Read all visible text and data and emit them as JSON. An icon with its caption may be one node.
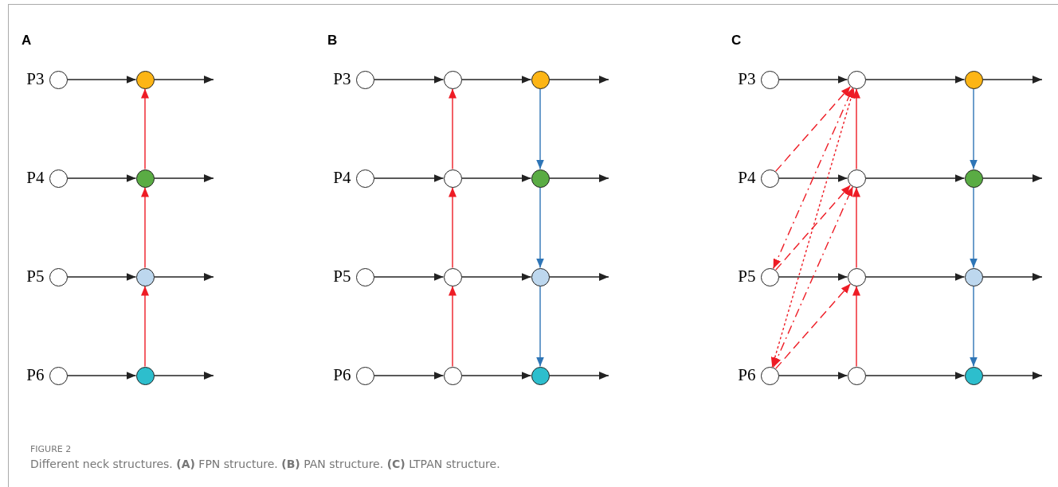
{
  "diagram": {
    "caption": "Different neck structures. **(A)** FPN structure. **(B)** PAN structure. **(C)** LTPAN structure.",
    "nodes": [
      {
        "text": [],
        "shape": "circle",
        "beside": [
          "P3"
        ]
      },
      {
        "text": [],
        "shape": "circle",
        "beside": [
          "P4"
        ]
      },
      {
        "text": [],
        "shape": "circle",
        "beside": [
          "P5"
        ]
      },
      {
        "text": [],
        "shape": "circle",
        "beside": [
          "P6"
        ]
      },
      {
        "text": [],
        "shape": "circle"
      },
      {
        "text": [],
        "shape": "circle"
      },
      {
        "text": [],
        "shape": "circle"
      },
      {
        "text": [],
        "shape": "circle"
      },
      {
        "text": [],
        "shape": "circle",
        "beside": [
          "P3"
        ]
      },
      {
        "text": [],
        "shape": "circle",
        "beside": [
          "P4"
        ]
      },
      {
        "text": [],
        "shape": "circle",
        "beside": [
          "P5"
        ]
      },
      {
        "text": [],
        "shape": "circle",
        "beside": [
          "P6"
        ]
      },
      {
        "text": [],
        "shape": "circle"
      },
      {
        "text": [],
        "shape": "circle"
      },
      {
        "text": [],
        "shape": "circle"
      },
      {
        "text": [],
        "shape": "circle"
      },
      {
        "text": [],
        "shape": "circle"
      },
      {
        "text": [],
        "shape": "circle"
      },
      {
        "text": [],
        "shape": "circle"
      },
      {
        "text": [],
        "shape": "circle"
      },
      {
        "text": [],
        "shape": "circle",
        "beside": [
          "P3"
        ]
      },
      {
        "text": [],
        "shape": "circle",
        "beside": [
          "P4"
        ]
      },
      {
        "text": [],
        "shape": "circle",
        "beside": [
          "P5"
        ]
      },
      {
        "text": [],
        "shape": "circle",
        "beside": [
          "P6"
        ]
      },
      {
        "text": [],
        "shape": "circle"
      },
      {
        "text": [],
        "shape": "circle"
      },
      {
        "text": [],
        "shape": "circle"
      },
      {
        "text": [],
        "shape": "circle"
      },
      {
        "text": [],
        "shape": "circle"
      },
      {
        "text": [],
        "shape": "circle"
      },
      {
        "text": [],
        "shape": "circle"
      },
      {
        "text": [],
        "shape": "circle"
      }
    ],
    "edges": [
      {
        "from": 0,
        "to": 4,
        "arrow": "to"
      },
      {
        "from": 1,
        "to": 5,
        "arrow": "to"
      },
      {
        "from": 2,
        "to": 6,
        "arrow": "to"
      },
      {
        "from": 3,
        "to": 7,
        "arrow": "to"
      },
      {
        "from": 4,
        "to": null,
        "arrow": "to"
      },
      {
        "from": 5,
        "to": null,
        "arrow": "to"
      },
      {
        "from": 6,
        "to": null,
        "arrow": "to"
      },
      {
        "from": 7,
        "to": null,
        "arrow": "to"
      },
      {
        "from": 7,
        "to": 6,
        "arrow": "to",
        "color": "#ee1c25"
      },
      {
        "from": 6,
        "to": 5,
        "arrow": "to",
        "color": "#ee1c25"
      },
      {
        "from": 5,
        "to": 4,
        "arrow": "to",
        "color": "#ee1c25"
      },
      {
        "from": 8,
        "to": 12,
        "arrow": "to"
      },
      {
        "from": 9,
        "to": 13,
        "arrow": "to"
      },
      {
        "from": 10,
        "to": 14,
        "arrow": "to"
      },
      {
        "from": 11,
        "to": 15,
        "arrow": "to"
      },
      {
        "from": 12,
        "to": 16,
        "arrow": "to"
      },
      {
        "from": 13,
        "to": 17,
        "arrow": "to"
      },
      {
        "from": 14,
        "to": 18,
        "arrow": "to"
      },
      {
        "from": 15,
        "to": 19,
        "arrow": "to"
      },
      {
        "from": 16,
        "to": null,
        "arrow": "to"
      },
      {
        "from": 17,
        "to": null,
        "arrow": "to"
      },
      {
        "from": 18,
        "to": null,
        "arrow": "to"
      },
      {
        "from": 19,
        "to": null,
        "arrow": "to"
      },
      {
        "from": 15,
        "to": 14,
        "arrow": "to",
        "color": "#ee1c25"
      },
      {
        "from": 14,
        "to": 13,
        "arrow": "to",
        "color": "#ee1c25"
      },
      {
        "from": 13,
        "to": 12,
        "arrow": "to",
        "color": "#ee1c25"
      },
      {
        "from": 16,
        "to": 17,
        "arrow": "to",
        "color": "#2e75b6"
      },
      {
        "from": 17,
        "to": 18,
        "arrow": "to",
        "color": "#2e75b6"
      },
      {
        "from": 18,
        "to": 19,
        "arrow": "to",
        "color": "#2e75b6"
      },
      {
        "from": 20,
        "to": 24,
        "arrow": "to"
      },
      {
        "from": 21,
        "to": 25,
        "arrow": "to"
      },
      {
        "from": 22,
        "to": 26,
        "arrow": "to"
      },
      {
        "from": 23,
        "to": 27,
        "arrow": "to"
      },
      {
        "from": 24,
        "to": 28,
        "arrow": "to"
      },
      {
        "from": 25,
        "to": 29,
        "arrow": "to"
      },
      {
        "from": 26,
        "to": 30,
        "arrow": "to"
      },
      {
        "from": 27,
        "to": 31,
        "arrow": "to"
      },
      {
        "from": 28,
        "to": null,
        "arrow": "to"
      },
      {
        "from": 29,
        "to": null,
        "arrow": "to"
      },
      {
        "from": 30,
        "to": null,
        "arrow": "to"
      },
      {
        "from": 31,
        "to": null,
        "arrow": "to"
      },
      {
        "from": 27,
        "to": 26,
        "arrow": "to",
        "color": "#ee1c25"
      },
      {
        "from": 26,
        "to": 25,
        "arrow": "to",
        "color": "#ee1c25"
      },
      {
        "from": 25,
        "to": 24,
        "arrow": "to",
        "color": "#ee1c25"
      },
      {
        "from": 28,
        "to": 29,
        "arrow": "to",
        "color": "#2e75b6"
      },
      {
        "from": 29,
        "to": 30,
        "arrow": "to",
        "color": "#2e75b6"
      },
      {
        "from": 30,
        "to": 31,
        "arrow": "to",
        "color": "#2e75b6"
      },
      {
        "from": 21,
        "to": 24,
        "arrow": "to",
        "style": "dashed",
        "color": "#ee1c25"
      },
      {
        "from": 22,
        "to": 25,
        "arrow": "to",
        "style": "dashed",
        "color": "#ee1c25"
      },
      {
        "from": 22,
        "to": 24,
        "arrow": "both",
        "style": "dashed",
        "color": "#ee1c25"
      },
      {
        "from": 23,
        "to": 26,
        "arrow": "to",
        "style": "dashed",
        "color": "#ee1c25"
      },
      {
        "from": 23,
        "to": 25,
        "arrow": "both",
        "style": "dashed",
        "color": "#ee1c25"
      },
      {
        "from": 23,
        "to": 24,
        "arrow": "both",
        "style": "dashed",
        "color": "#ee1c25"
      }
    ],
    "labels": [
      "A",
      "B",
      "C",
      "FIGURE 2"
    ]
  }
}
